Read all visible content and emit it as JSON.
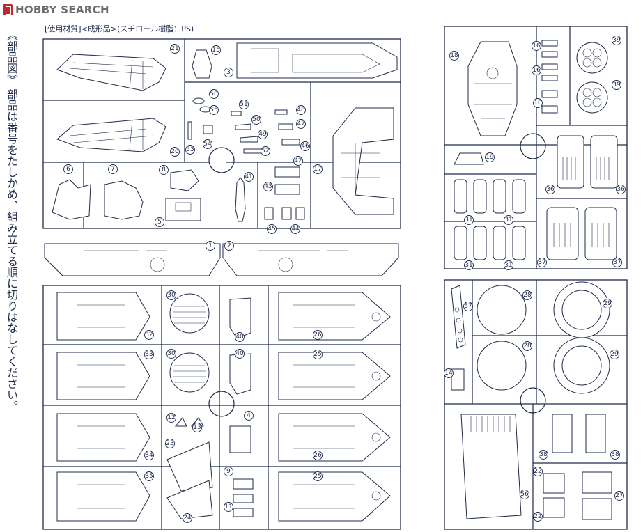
{
  "logo": {
    "text": "HOBBY SEARCH"
  },
  "header": {
    "material_note": "[使用材質]<成形品>(スチロール樹脂：PS)"
  },
  "side_instruction": {
    "title": "《部品図》",
    "body": "部品は番号をたしかめ、組み立てる順に切りはなしてください。"
  },
  "part_numbers": {
    "n1": "1",
    "n2": "2",
    "n3": "3",
    "n4": "4",
    "n5": "5",
    "n6": "6",
    "n7": "7",
    "n8": "8",
    "n9": "9",
    "n10": "10",
    "n11": "11",
    "n12": "12",
    "n13": "13",
    "n14": "14",
    "n15": "15",
    "n16": "16",
    "n17": "17",
    "n18": "18",
    "n19": "19",
    "n20": "20",
    "n21": "21",
    "n22": "22",
    "n23": "23",
    "n24": "24",
    "n25": "25",
    "n26": "26",
    "n27": "27",
    "n28": "28",
    "n29": "29",
    "n30": "30",
    "n31": "31",
    "n32": "32",
    "n33": "33",
    "n34": "34",
    "n35": "35",
    "n36": "36",
    "n37": "37",
    "n38": "38",
    "n39": "39",
    "n40": "40",
    "n41": "41",
    "n42": "42",
    "n43": "43",
    "n44": "44",
    "n45": "45",
    "n46": "46",
    "n47": "47",
    "n48": "48",
    "n49": "49",
    "n50": "50",
    "n51": "51",
    "n52": "52",
    "n53": "53",
    "n54": "54",
    "n55": "55",
    "n56": "56",
    "n57": "57",
    "n58": "58"
  },
  "colors": {
    "line": "#1f2a4a",
    "logo_red": "#c2272d",
    "logo_gray": "#6e6e6e"
  }
}
